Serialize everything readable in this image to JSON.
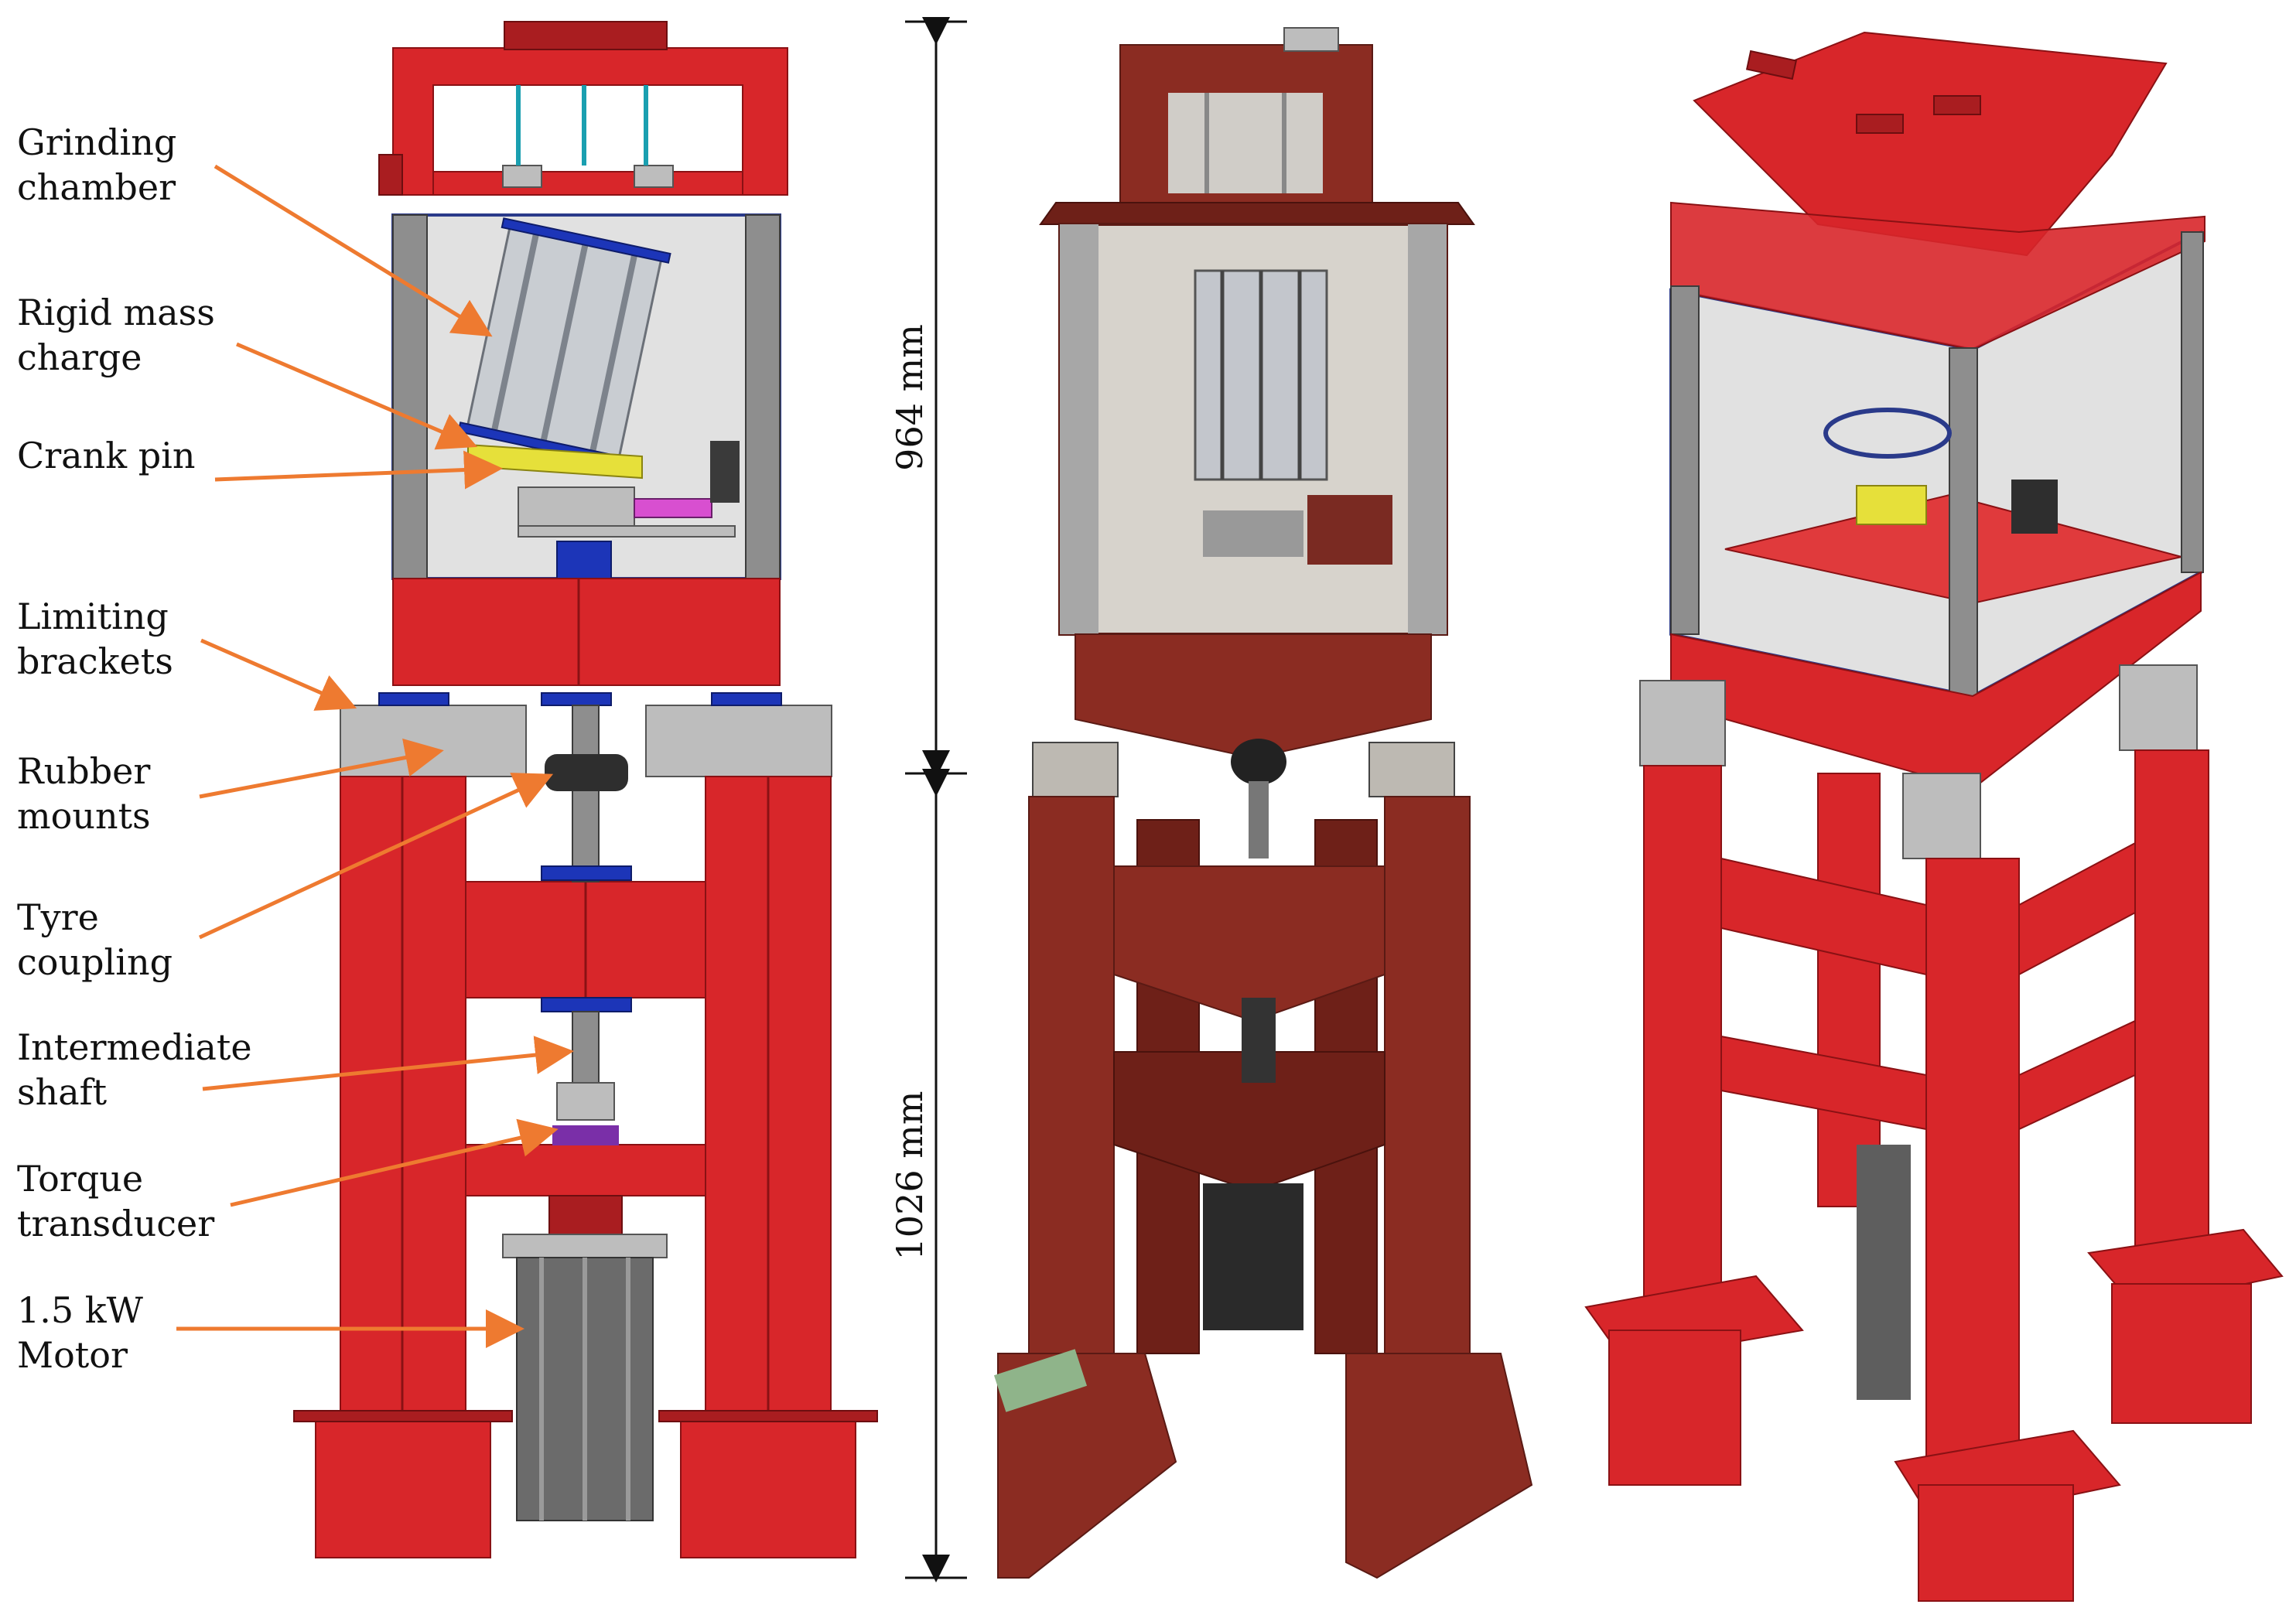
{
  "labels": {
    "grinding_chamber": [
      "Grinding",
      "chamber"
    ],
    "rigid_mass_charge": [
      "Rigid mass",
      "charge"
    ],
    "crank_pin": [
      "Crank pin"
    ],
    "limiting_brackets": [
      "Limiting",
      "brackets"
    ],
    "rubber_mounts": [
      "Rubber",
      "mounts"
    ],
    "tyre_coupling": [
      "Tyre",
      "coupling"
    ],
    "intermediate_shaft": [
      "Intermediate",
      "shaft"
    ],
    "torque_transducer": [
      "Torque",
      "transducer"
    ],
    "motor": [
      "1.5 kW",
      "Motor"
    ]
  },
  "dimensions": {
    "upper": "964 mm",
    "lower": "1026 mm"
  },
  "colors": {
    "cad_red": "#d8262a",
    "steel_brown": "#8b2c22",
    "arrow_orange": "#ee7a30",
    "frame_blue": "#2a3a8a"
  }
}
